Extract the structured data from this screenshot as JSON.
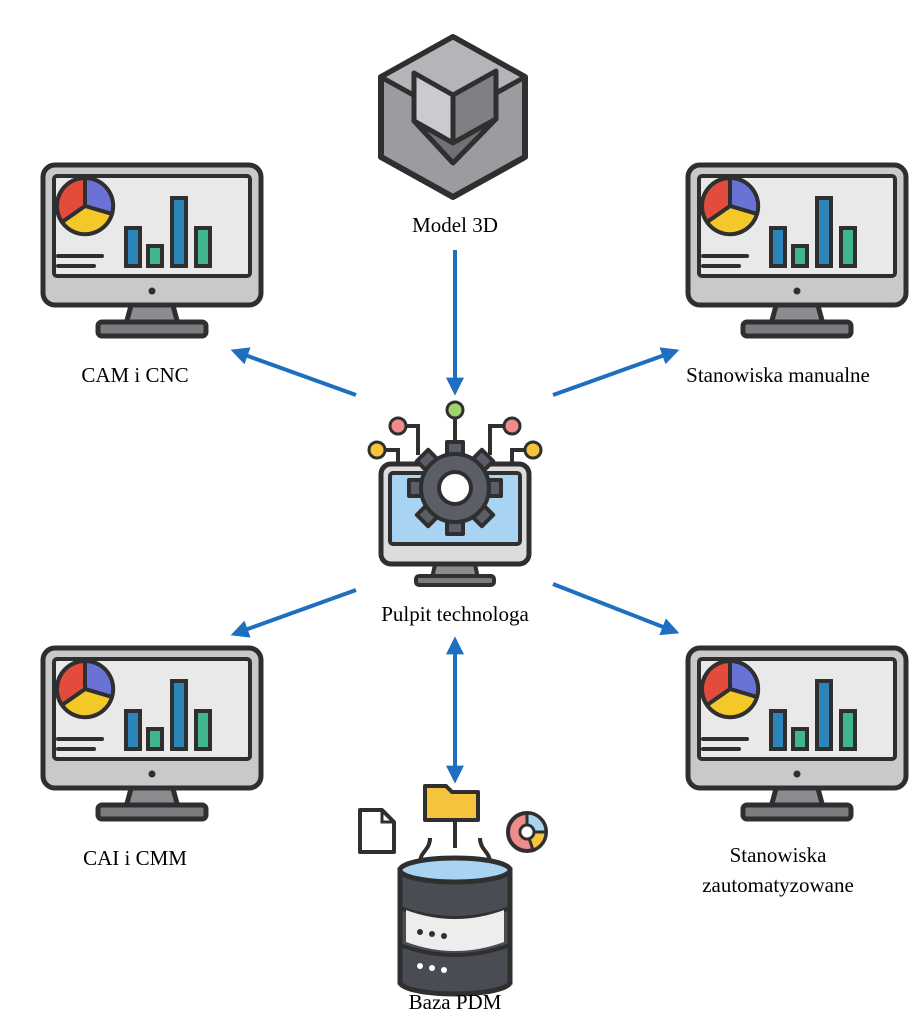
{
  "nodes": {
    "model": {
      "label": "Model 3D",
      "icon": "cube-icon"
    },
    "center": {
      "label": "Pulpit technologa",
      "icon": "gear-monitor-icon"
    },
    "cam": {
      "label": "CAM i CNC",
      "icon": "dashboard-monitor-icon"
    },
    "manual": {
      "label": "Stanowiska manualne",
      "icon": "dashboard-monitor-icon"
    },
    "cai": {
      "label": "CAI i CMM",
      "icon": "dashboard-monitor-icon"
    },
    "auto": {
      "label_line1": "Stanowiska",
      "label_line2": "zautomatyzowane",
      "icon": "dashboard-monitor-icon"
    },
    "pdm": {
      "label": "Baza PDM",
      "icon": "database-icon"
    }
  },
  "colors": {
    "arrow": "#1f6fc0",
    "outline": "#2f2f2f",
    "pie_red": "#e34b3c",
    "pie_blue": "#6a72d6",
    "pie_yellow": "#f5c82a",
    "bar_blue": "#2b85b8",
    "bar_green": "#3fb68b",
    "screen": "#e9e9ea",
    "screen_center": "#a9d3f2",
    "stand": "#8b8b90",
    "cube": "#9a9ca0",
    "folder": "#f5c43c"
  }
}
